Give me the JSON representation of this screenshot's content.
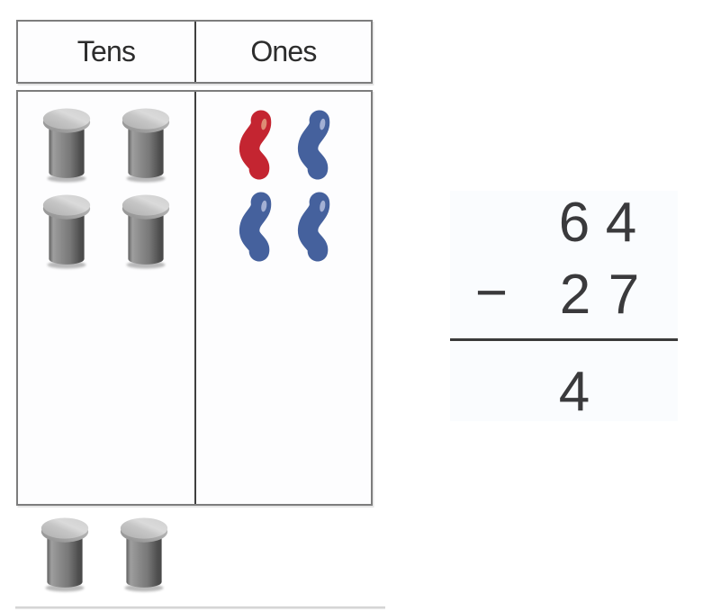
{
  "place_value_chart": {
    "header": {
      "tens_label": "Tens",
      "ones_label": "Ones"
    },
    "tens_icon": "cup-icon",
    "ones_icon": "bean-icon",
    "tens_cups_count": 4,
    "ones_beans": [
      "red",
      "blue",
      "blue",
      "blue"
    ],
    "removed_cups_count": 2
  },
  "subtraction": {
    "minuend_tens": "6",
    "minuend_ones": "4",
    "operator": "−",
    "subtrahend_tens": "2",
    "subtrahend_ones": "7",
    "result_tens": "4",
    "result_ones": ""
  },
  "colors": {
    "bean_red": "#c42531",
    "bean_red_highlight": "#de9178",
    "bean_blue": "#45619d",
    "bean_blue_highlight": "#a9b4d7",
    "cup_body": "#7a7a7a",
    "cup_lid": "#cccccc",
    "panel_bg": "#fafcfe",
    "digit": "#3a3a3c",
    "rule": "#3a3a3a",
    "box_border": "#7d7d7d",
    "divider": "#3f3f3f",
    "header_text": "#2d2d2d"
  }
}
